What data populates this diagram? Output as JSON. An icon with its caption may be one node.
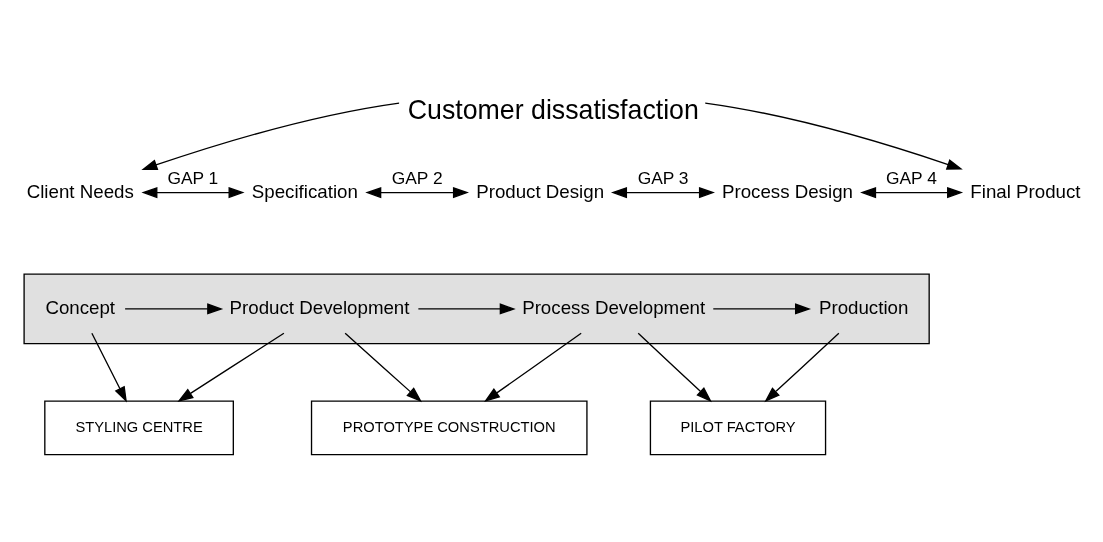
{
  "diagram": {
    "nodes": [
      {
        "text": [
          "Client Needs"
        ]
      },
      {
        "text": [
          "Specification"
        ]
      },
      {
        "text": [
          "Product Design"
        ]
      },
      {
        "text": [
          "Process Design"
        ]
      },
      {
        "text": [
          "Final Product"
        ]
      },
      {
        "text": [],
        "shape": "arrow"
      },
      {
        "text": [
          "Concept"
        ],
        "in": 5
      },
      {
        "text": [
          "Product Development"
        ],
        "in": 5
      },
      {
        "text": [
          "Process Development"
        ],
        "in": 5
      },
      {
        "text": [
          "Production"
        ],
        "in": 5
      },
      {
        "text": [
          "STYLING CENTRE"
        ]
      },
      {
        "text": [
          "PROTOTYPE CONSTRUCTION"
        ]
      },
      {
        "text": [
          "PILOT FACTORY"
        ]
      }
    ],
    "edges": [
      {
        "from": 0,
        "to": 4,
        "arrow": "both",
        "label": "Customer dissatisfaction"
      },
      {
        "from": 0,
        "to": 1,
        "arrow": "both",
        "label": "GAP 1"
      },
      {
        "from": 1,
        "to": 2,
        "arrow": "both",
        "label": "GAP 2"
      },
      {
        "from": 2,
        "to": 3,
        "arrow": "both",
        "label": "GAP 3"
      },
      {
        "from": 3,
        "to": 4,
        "arrow": "both",
        "label": "GAP 4"
      },
      {
        "from": 6,
        "to": 7,
        "arrow": "to"
      },
      {
        "from": 7,
        "to": 8,
        "arrow": "to"
      },
      {
        "from": 8,
        "to": 9,
        "arrow": "to"
      },
      {
        "from": 6,
        "to": 10,
        "arrow": "to"
      },
      {
        "from": 7,
        "to": 10,
        "arrow": "to"
      },
      {
        "from": 7,
        "to": 11,
        "arrow": "to"
      },
      {
        "from": 8,
        "to": 11,
        "arrow": "to"
      },
      {
        "from": 8,
        "to": 12,
        "arrow": "to"
      },
      {
        "from": 9,
        "to": 12,
        "arrow": "to"
      }
    ]
  }
}
